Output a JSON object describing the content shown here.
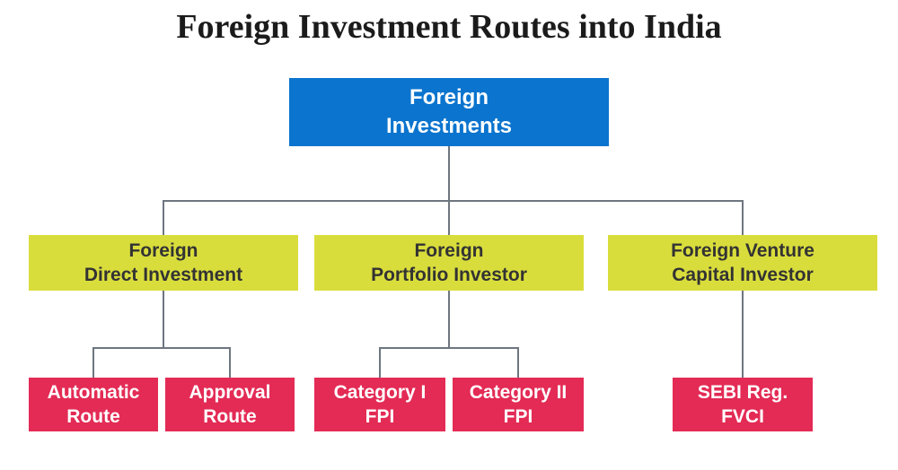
{
  "title": "Foreign Investment Routes into India",
  "colors": {
    "background": "#ffffff",
    "title_text": "#1b1b1b",
    "root_fill": "#0b74ce",
    "root_text": "#ffffff",
    "level2_fill": "#d9dd3c",
    "level2_text": "#333333",
    "level3_fill": "#e32b55",
    "level3_text": "#ffffff",
    "line": "#6e7680"
  },
  "tree": {
    "root": {
      "label": "Foreign\nInvestments",
      "children": [
        {
          "label": "Foreign\nDirect Investment",
          "children": [
            {
              "label": "Automatic\nRoute"
            },
            {
              "label": "Approval\nRoute"
            }
          ]
        },
        {
          "label": "Foreign\nPortfolio Investor",
          "children": [
            {
              "label": "Category I\nFPI"
            },
            {
              "label": "Category II\nFPI"
            }
          ]
        },
        {
          "label": "Foreign Venture\nCapital Investor",
          "children": [
            {
              "label": "SEBI Reg.\nFVCI"
            }
          ]
        }
      ]
    }
  }
}
